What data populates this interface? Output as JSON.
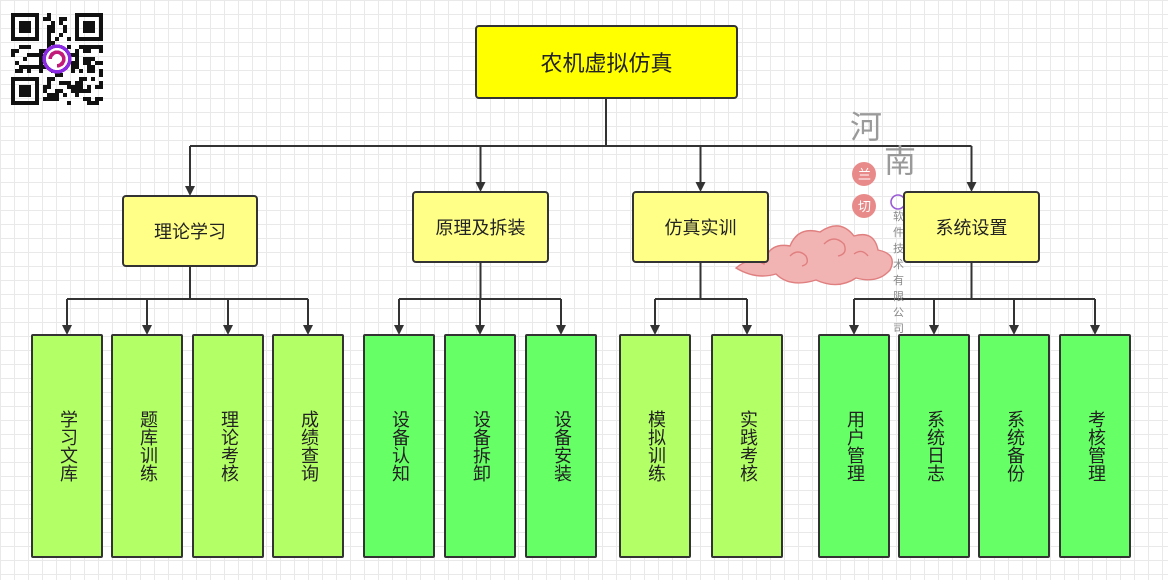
{
  "root": {
    "label": "农机虚拟仿真"
  },
  "modules": [
    {
      "label": "理论学习",
      "children": [
        "学习文库",
        "题库训练",
        "理论考核",
        "成绩查询"
      ]
    },
    {
      "label": "原理及拆装",
      "children": [
        "设备认知",
        "设备拆卸",
        "设备安装"
      ]
    },
    {
      "label": "仿真实训",
      "children": [
        "模拟训练",
        "实践考核"
      ]
    },
    {
      "label": "系统设置",
      "children": [
        "用户管理",
        "系统日志",
        "系统备份",
        "考核管理"
      ]
    }
  ],
  "watermark": {
    "region": [
      "河",
      "南"
    ],
    "seal": [
      "兰",
      "切"
    ],
    "company": [
      "软",
      "件",
      "技",
      "术",
      "有",
      "限",
      "公",
      "司"
    ]
  },
  "colors": {
    "root_fill": "#ffff00",
    "module_fill": "#ffff88",
    "leaf_fill_a": "#b3ff66",
    "leaf_fill_b": "#66ff66",
    "connector": "#333333",
    "watermark_cloud": "#e88a8a"
  },
  "icons": {
    "qr": "qr-code-icon",
    "cloud": "cloud-icon"
  }
}
